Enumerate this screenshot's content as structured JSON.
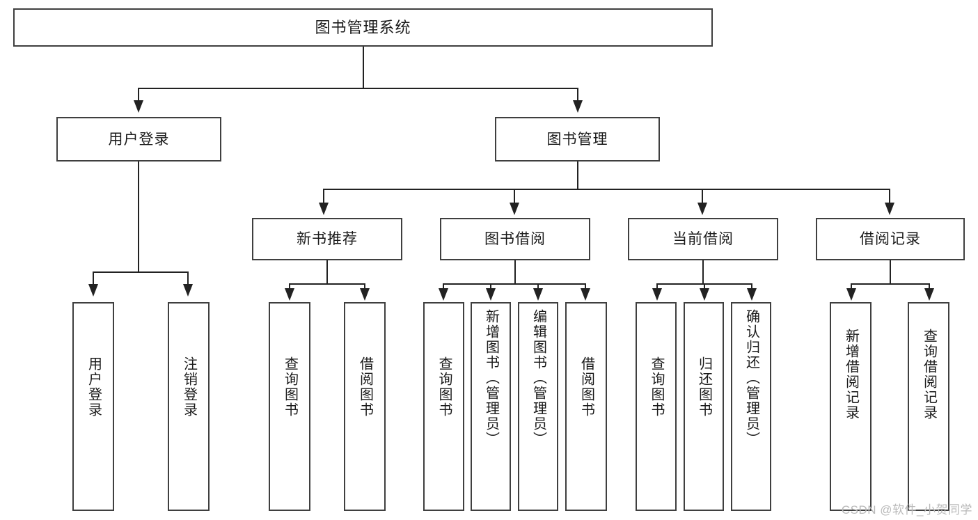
{
  "diagram": {
    "title": "图书管理系统",
    "type": "tree-hierarchy-chart",
    "root": {
      "label": "图书管理系统"
    },
    "level2": [
      {
        "label": "用户登录"
      },
      {
        "label": "图书管理"
      }
    ],
    "level3": [
      {
        "label": "新书推荐"
      },
      {
        "label": "图书借阅"
      },
      {
        "label": "当前借阅"
      },
      {
        "label": "借阅记录"
      }
    ],
    "leaves": {
      "user_login": [
        {
          "label": "用户登录"
        },
        {
          "label": "注销登录"
        }
      ],
      "new_book_recommend": [
        {
          "label": "查询图书"
        },
        {
          "label": "借阅图书"
        }
      ],
      "book_borrow": [
        {
          "label": "查询图书"
        },
        {
          "label": "新增图书（管理员）"
        },
        {
          "label": "编辑图书（管理员）"
        },
        {
          "label": "借阅图书"
        }
      ],
      "current_borrow": [
        {
          "label": "查询图书"
        },
        {
          "label": "归还图书"
        },
        {
          "label": "确认归还（管理员）"
        }
      ],
      "borrow_record": [
        {
          "label": "新增借阅记录"
        },
        {
          "label": "查询借阅记录"
        }
      ]
    }
  },
  "watermark": {
    "text": "CSDN @软件_小贺同学"
  },
  "colors": {
    "box_border": "#3f3f3f",
    "line": "#222222",
    "text": "#1a1a1a",
    "background": "#ffffff",
    "watermark": "#b9b9b9"
  }
}
